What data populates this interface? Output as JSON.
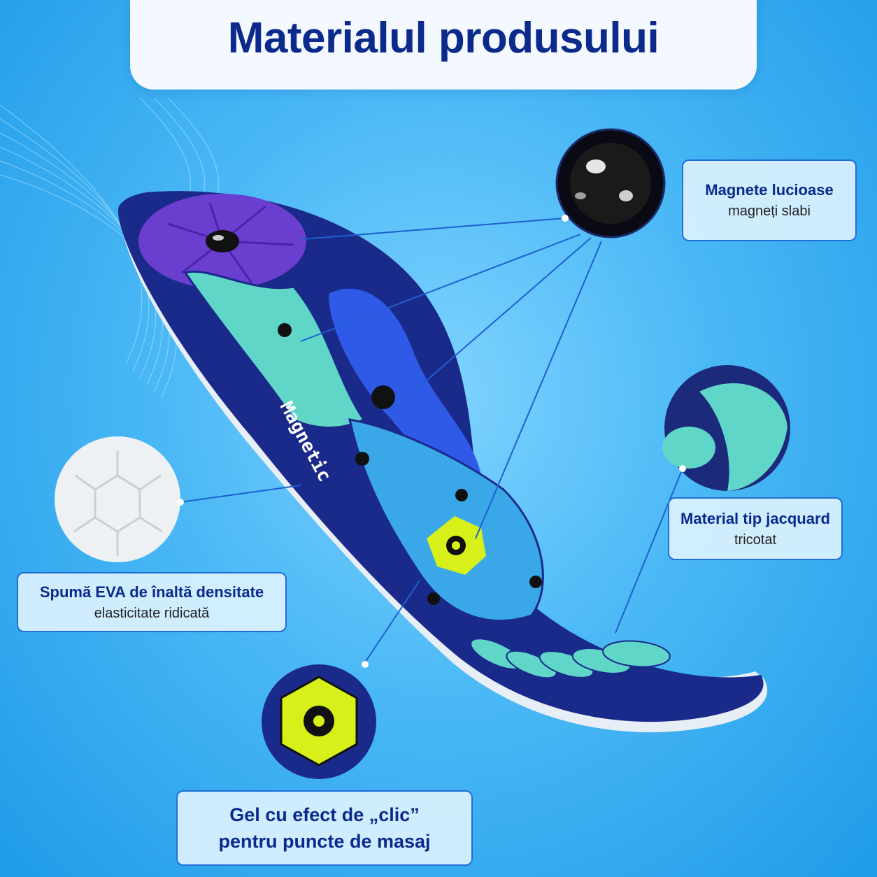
{
  "title": "Materialul produsului",
  "insole_brand": "Magnetic",
  "callouts": [
    {
      "id": "magnets",
      "title": "Magnete lucioase",
      "subtitle": "magneți slabi"
    },
    {
      "id": "jacquard",
      "title": "Material tip jacquard",
      "subtitle": "tricotat"
    },
    {
      "id": "eva",
      "title": "Spumă EVA de înaltă densitate",
      "subtitle": "elasticitate ridicată"
    },
    {
      "id": "gel",
      "title": "Gel cu efect de „clic”",
      "subtitle": "pentru puncte de masaj"
    }
  ],
  "colors": {
    "background": "#4ab8f5",
    "title_text": "#0b2a8c",
    "insole_navy": "#1a2a8a",
    "gel_teal": "#5fd6c8",
    "gel_blue": "#3aa8e8",
    "heel_purple": "#6a3fd0",
    "badge_yellow": "#d8f01a"
  }
}
